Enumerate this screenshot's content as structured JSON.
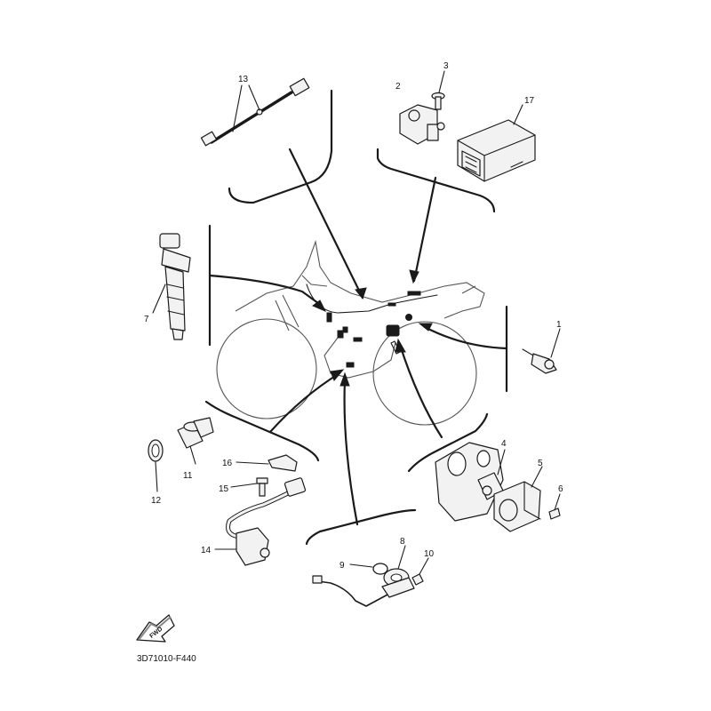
{
  "callouts": {
    "c1": "1",
    "c2": "2",
    "c3": "3",
    "c4": "4",
    "c5": "5",
    "c6": "6",
    "c7": "7",
    "c8": "8",
    "c9": "9",
    "c10": "10",
    "c11": "11",
    "c12": "12",
    "c13": "13",
    "c14": "14",
    "c15": "15",
    "c16": "16",
    "c17": "17"
  },
  "diagram_code": "3D71010-F440",
  "fwd_label": "FWD"
}
